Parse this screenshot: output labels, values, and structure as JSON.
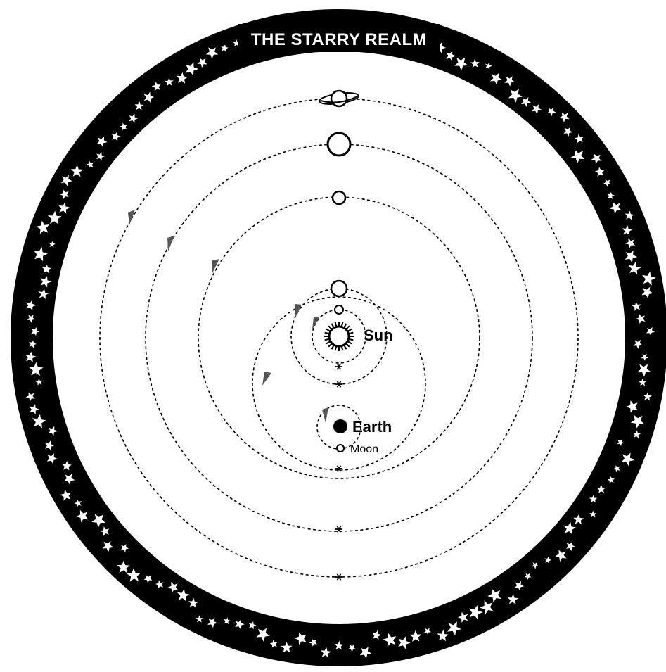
{
  "title": "THE STARRY REALM",
  "labels": {
    "sun": "Sun",
    "earth": "Earth",
    "moon": "Moon"
  },
  "colors": {
    "ink": "#000000",
    "paper": "#ffffff"
  },
  "icons": [
    "star-icon",
    "saturn-icon",
    "sun-icon",
    "planet-icon",
    "earth-icon",
    "moon-icon",
    "direction-arrow-icon",
    "epicycle-marker-icon"
  ]
}
